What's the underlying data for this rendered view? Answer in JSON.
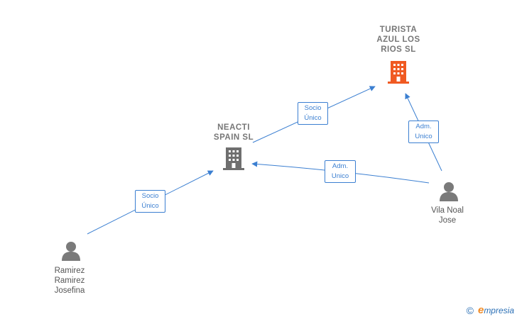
{
  "nodes": {
    "turista": {
      "label": "TURISTA\nAZUL LOS\nRIOS  SL",
      "type": "company",
      "color": "#f05a22"
    },
    "neacti": {
      "label": "NEACTI\nSPAIN  SL",
      "type": "company",
      "color": "#6f6f6f"
    },
    "vila": {
      "label": "Vila Noal\nJose",
      "type": "person",
      "color": "#7a7a7a"
    },
    "ramirez": {
      "label": "Ramirez\nRamirez\nJosefina",
      "type": "person",
      "color": "#7a7a7a"
    }
  },
  "edges": [
    {
      "id": "ramirez-neacti",
      "from": "ramirez",
      "to": "neacti",
      "label": "Socio\nÚnico"
    },
    {
      "id": "neacti-turista",
      "from": "neacti",
      "to": "turista",
      "label": "Socio\nÚnico"
    },
    {
      "id": "vila-neacti",
      "from": "vila",
      "to": "neacti",
      "label": "Adm.\nUnico"
    },
    {
      "id": "vila-turista",
      "from": "vila",
      "to": "turista",
      "label": "Adm.\nUnico"
    }
  ],
  "edge_color": "#3b7fd1",
  "brand": {
    "copyright": "©",
    "e": "e",
    "name": "mpresia"
  }
}
